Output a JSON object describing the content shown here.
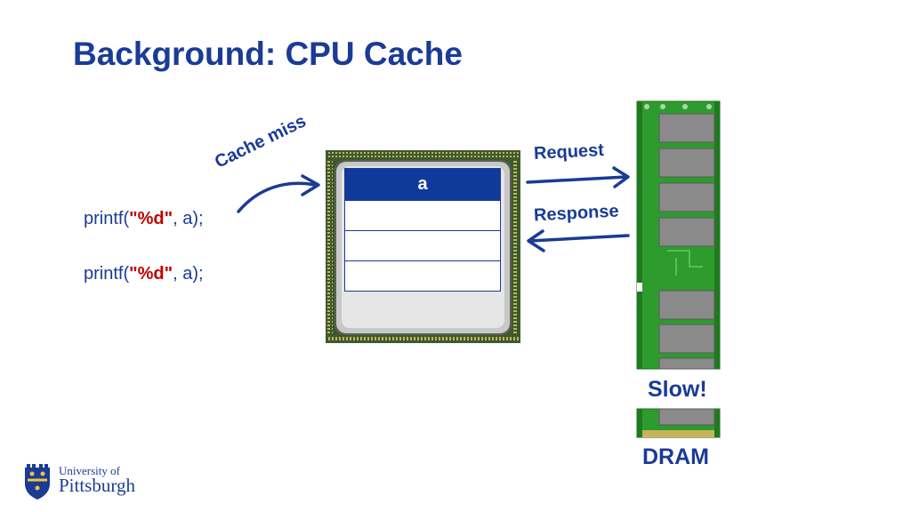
{
  "slide": {
    "title": "Background: CPU Cache"
  },
  "code_lines": [
    {
      "prefix": "printf(",
      "format": "\"%d\"",
      "suffix": ", a);"
    },
    {
      "prefix": "printf(",
      "format": "\"%d\"",
      "suffix": ", a);"
    }
  ],
  "labels": {
    "cache_miss": "Cache miss",
    "request": "Request",
    "response": "Response",
    "slow": "Slow!",
    "dram": "DRAM"
  },
  "cache": {
    "rows": [
      "a",
      "",
      "",
      ""
    ]
  },
  "logo": {
    "line1": "University of",
    "line2": "Pittsburgh"
  },
  "colors": {
    "accent": "#1a3b96",
    "format_string": "#c00000",
    "cache_filled": "#103a9a",
    "pcb_green": "#2e9b2e",
    "chip_gray": "#8a8a8a"
  }
}
